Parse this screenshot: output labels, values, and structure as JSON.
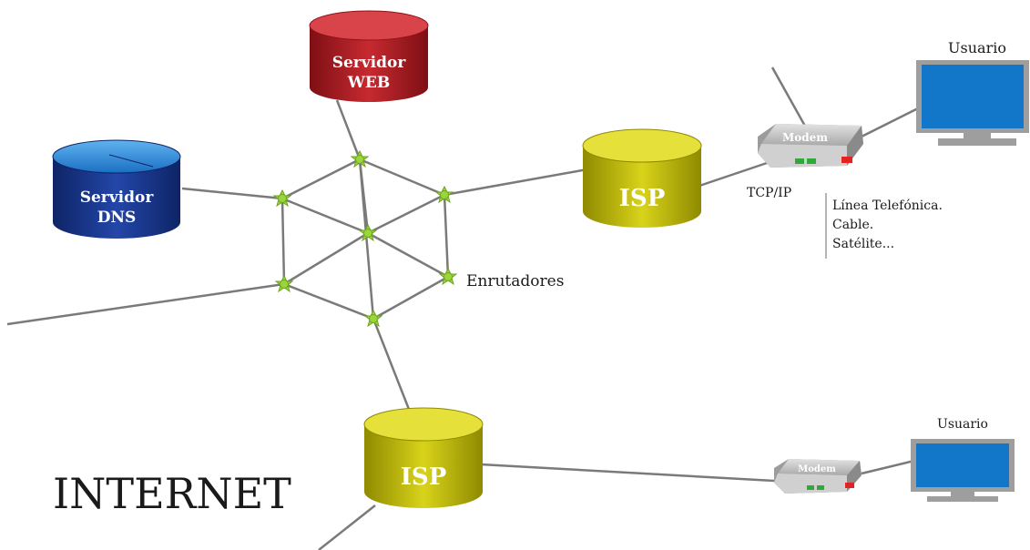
{
  "nodes": {
    "web_server": {
      "line1": "Servidor",
      "line2": "WEB",
      "color": "#b01f26"
    },
    "dns_server": {
      "line1": "Servidor",
      "line2": "DNS",
      "color": "#1b3a8c"
    },
    "isp_top": {
      "label": "ISP",
      "color": "#c9c400"
    },
    "isp_bottom": {
      "label": "ISP",
      "color": "#c9c400"
    },
    "modem_top": {
      "label": "Modem"
    },
    "modem_bottom": {
      "label": "Modem"
    },
    "user_top": {
      "label": "Usuario"
    },
    "user_bottom": {
      "label": "Usuario"
    }
  },
  "labels": {
    "routers": "Enrutadores",
    "protocol": "TCP/IP",
    "connection_types": [
      "Línea Telefónica.",
      "Cable.",
      "Satélite..."
    ],
    "internet": "INTERNET"
  },
  "colors": {
    "router_node": "#9ad63a",
    "link": "#7a7a7a",
    "monitor_screen": "#1277c9",
    "modem_body": "#cfcfcf",
    "led_green": "#2faa3a",
    "led_red": "#e52222"
  }
}
